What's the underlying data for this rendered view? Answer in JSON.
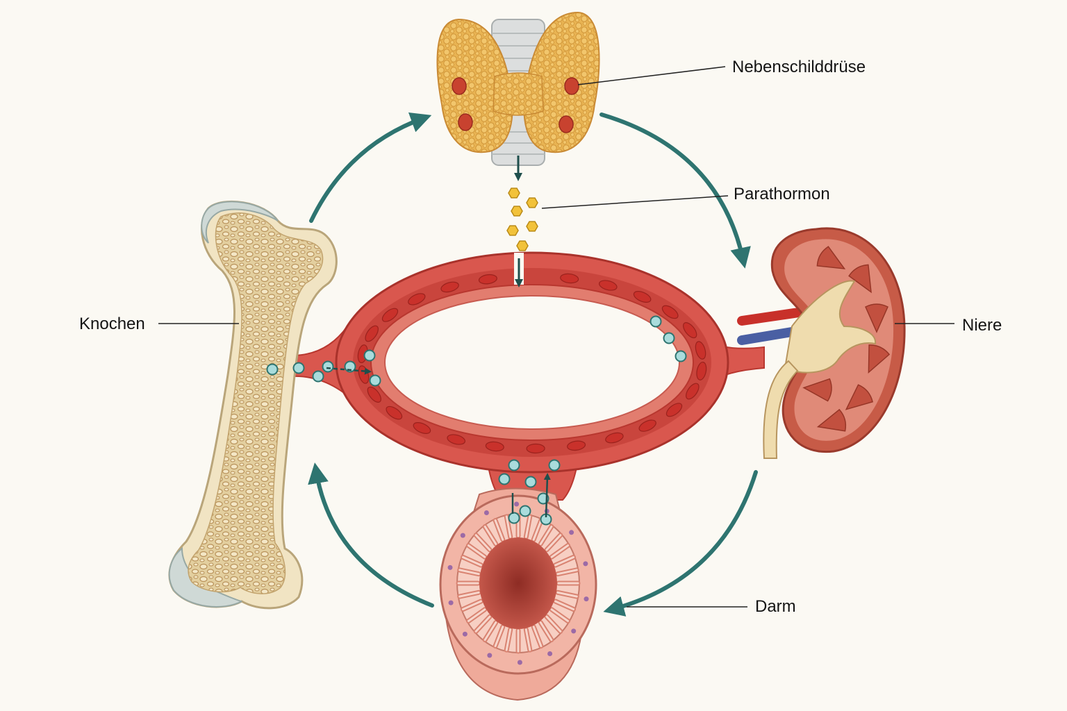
{
  "labels": {
    "parathyroid": "Nebenschilddrüse",
    "hormone": "Parathormon",
    "bone": "Knochen",
    "kidney": "Niere",
    "intestine": "Darm"
  },
  "colors": {
    "cycle_arrow": "#2e7470",
    "vessel": "#d9574e",
    "vessel_dark": "#b8372f",
    "blood_cell": "#c9312b",
    "gland": "#e8b552",
    "parathyroid_dot": "#c8422f",
    "hormone": "#f2c23a",
    "calcium_ion": "#a9dcdc",
    "bone": "#f1e4c3",
    "kidney": "#c75b47",
    "background": "#fbf9f3"
  },
  "icons": {
    "cycle": "curved-arrow-icon",
    "hormone": "hexagon-icon",
    "calcium": "circle-icon"
  }
}
